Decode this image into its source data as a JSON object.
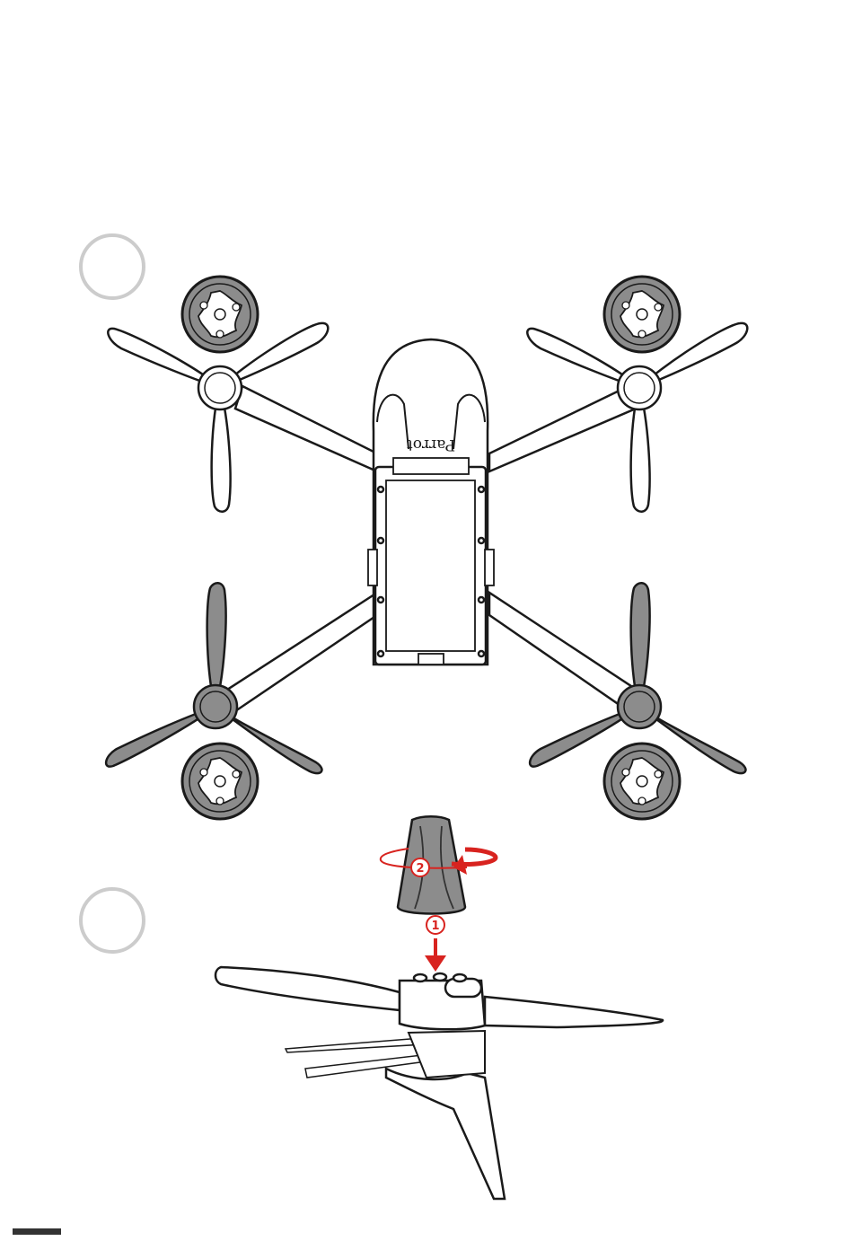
{
  "brand_label": "Parrot",
  "callouts": {
    "step_one": "1",
    "step_two": "2"
  },
  "colors": {
    "outline": "#1a1a1a",
    "light_part": "#ffffff",
    "dark_part": "#8c8c8c",
    "accent": "#d8231f",
    "marker": "#cccccc",
    "footer": "#333333"
  }
}
